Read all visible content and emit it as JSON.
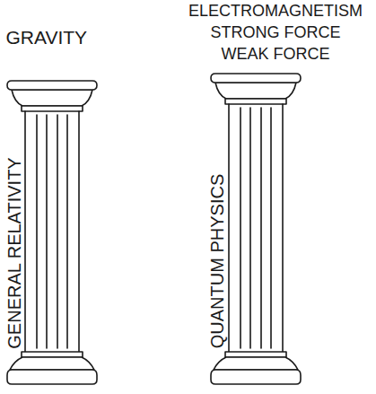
{
  "diagram": {
    "nodes": [
      {
        "text": [
          "GRAVITY",
          "GENERAL RELATIVITY"
        ]
      },
      {
        "text": [
          "ELECTROMAGNETISM",
          "STRONG FORCE",
          "WEAK FORCE",
          "QUANTUM PHYSICS"
        ]
      }
    ]
  }
}
